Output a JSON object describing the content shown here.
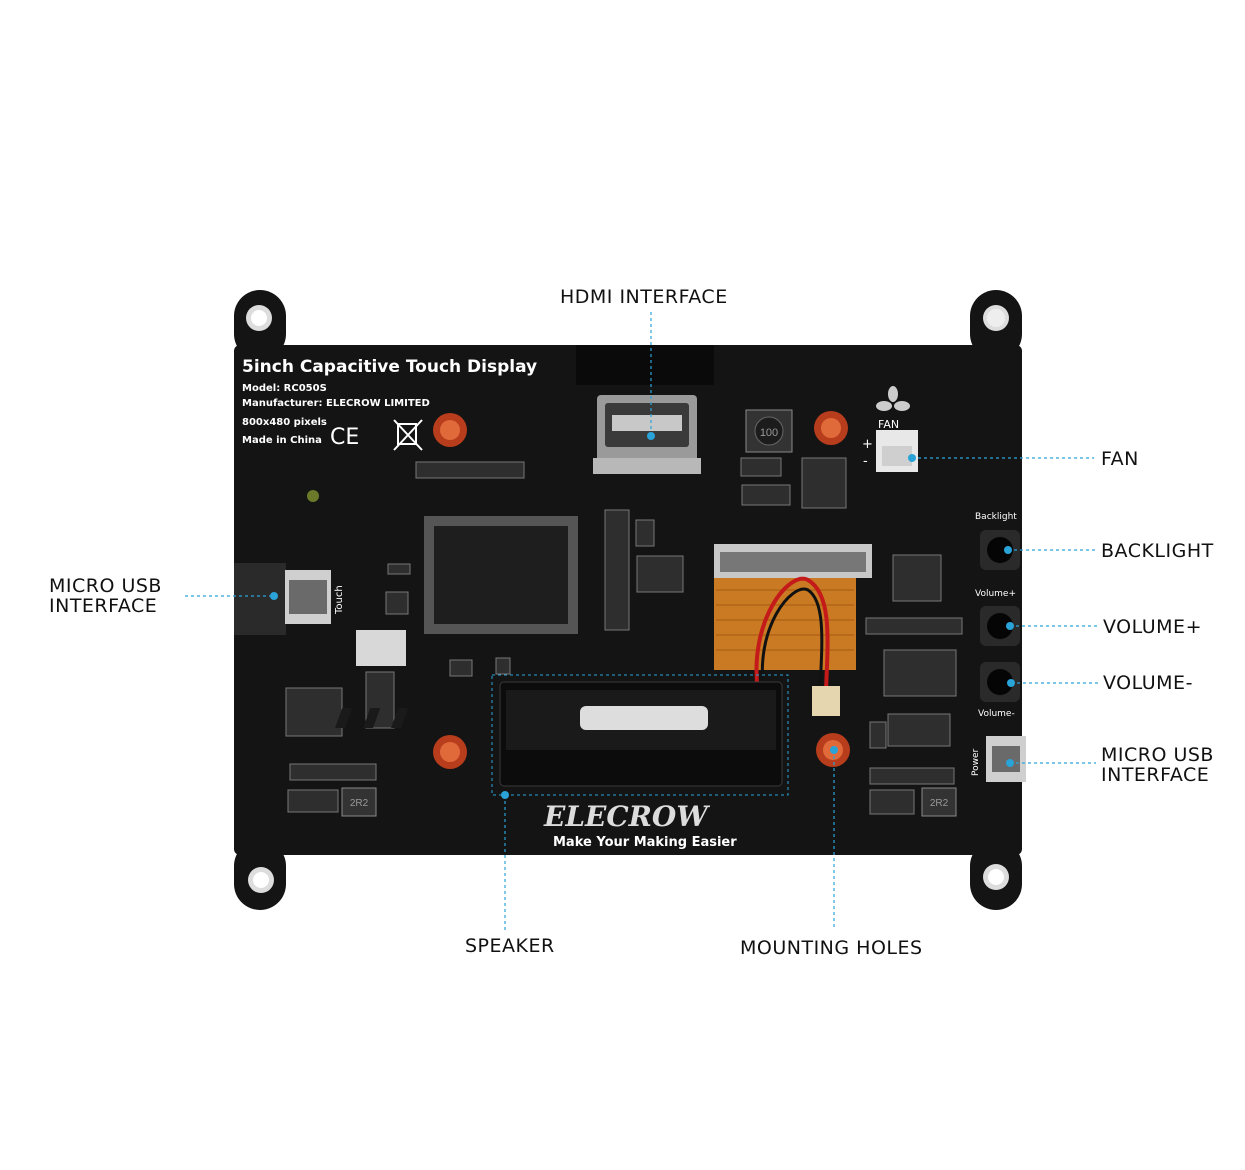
{
  "board": {
    "title": "5inch Capacitive Touch Display",
    "model": "Model:  RC050S",
    "manufacturer": "Manufacturer: ELECROW LIMITED",
    "resolution": "800x480 pixels",
    "origin": "Made in China",
    "ce_mark": "CE",
    "logo_text": "ELECROW",
    "slogan": "Make Your Making Easier",
    "fan_silk": "FAN",
    "touch_silk": "Touch",
    "backlight_silk": "Backlight",
    "volume_up_silk": "Volume+",
    "volume_down_silk": "Volume-",
    "power_silk": "Power",
    "inductor_code": "100",
    "inductor2_code": "2R2",
    "inductor3_code": "2R2"
  },
  "callouts": {
    "hdmi": "HDMI INTERFACE",
    "fan": "FAN",
    "backlight": "BACKLIGHT",
    "volume_up": "VOLUME+",
    "volume_down": "VOLUME-",
    "micro_usb_right_line1": "MICRO USB",
    "micro_usb_right_line2": "INTERFACE",
    "micro_usb_left_line1": "MICRO USB",
    "micro_usb_left_line2": "INTERFACE",
    "speaker": "SPEAKER",
    "mounting_holes": "MOUNTING HOLES"
  },
  "colors": {
    "pcb": "#141414",
    "leader_line": "#2aa3d8",
    "marker_dot": "#2aa3d8",
    "standoff": "#d2552a",
    "ribbon": "#d88a2a"
  }
}
